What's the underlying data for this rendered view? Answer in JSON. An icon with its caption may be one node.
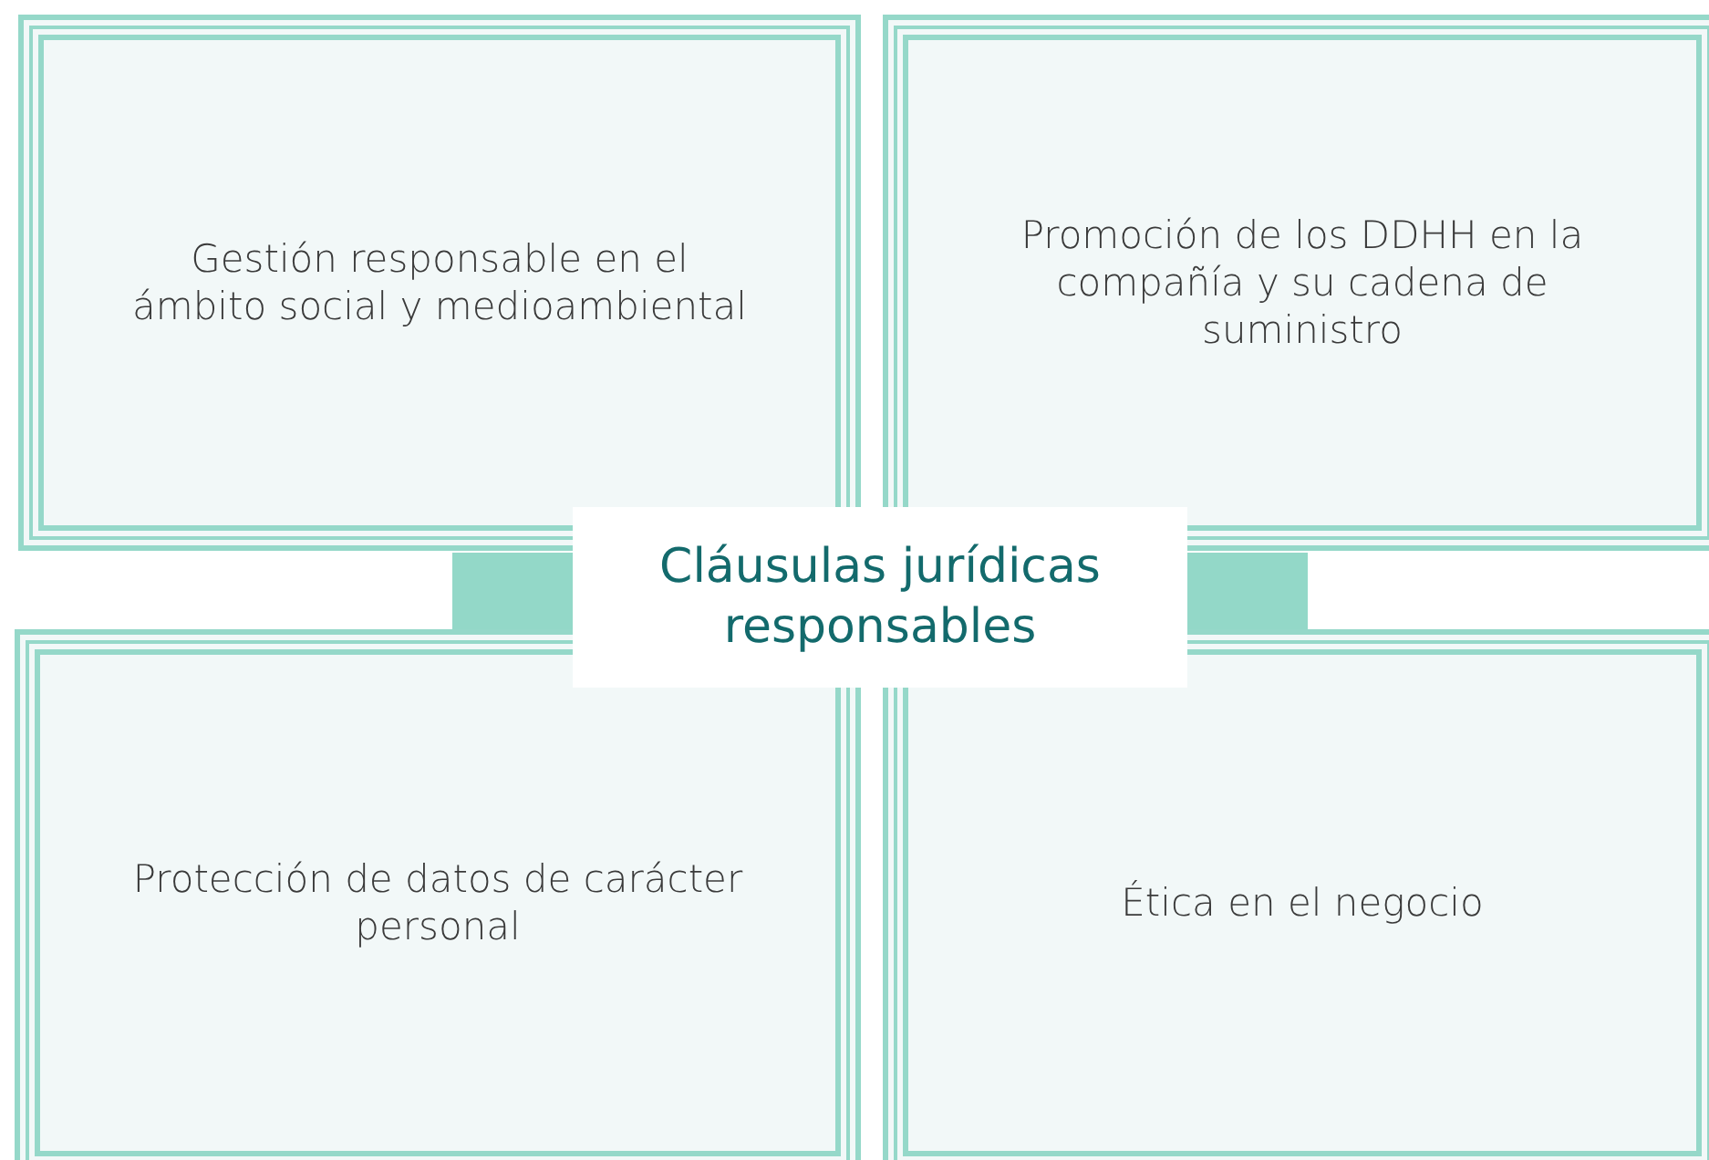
{
  "diagram": {
    "nodes": [
      {
        "text": [
          "Gestión responsable en el ámbito social y medioambiental"
        ]
      },
      {
        "text": [
          "Promoción de los DDHH en la compañía y su cadena de suministro"
        ]
      },
      {
        "text": [
          "Cláusulas jurídicas responsables"
        ]
      },
      {
        "text": [
          "Protección de datos de carácter personal"
        ]
      },
      {
        "text": [
          "Ética en el negocio"
        ]
      },
      {
        "text": [],
        "shape": "bar"
      },
      {
        "text": [],
        "shape": "bar"
      }
    ]
  }
}
